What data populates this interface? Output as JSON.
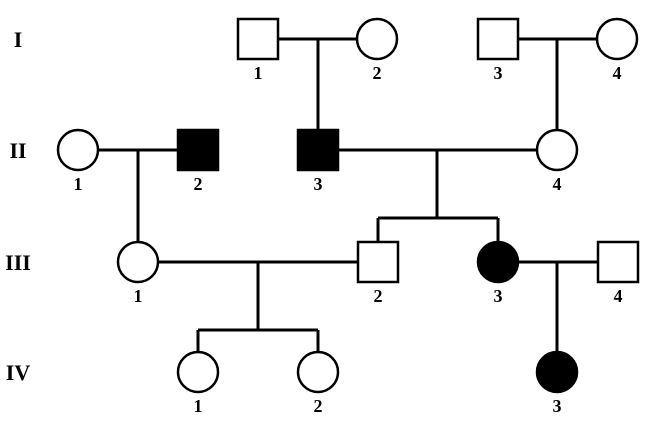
{
  "generations": [
    {
      "id": "I",
      "label": "I"
    },
    {
      "id": "II",
      "label": "II"
    },
    {
      "id": "III",
      "label": "III"
    },
    {
      "id": "IV",
      "label": "IV"
    }
  ],
  "individuals": [
    {
      "id": "I-1",
      "gen": "I",
      "label": "1",
      "sex": "male",
      "affected": false
    },
    {
      "id": "I-2",
      "gen": "I",
      "label": "2",
      "sex": "female",
      "affected": false
    },
    {
      "id": "I-3",
      "gen": "I",
      "label": "3",
      "sex": "male",
      "affected": false
    },
    {
      "id": "I-4",
      "gen": "I",
      "label": "4",
      "sex": "female",
      "affected": false
    },
    {
      "id": "II-1",
      "gen": "II",
      "label": "1",
      "sex": "female",
      "affected": false
    },
    {
      "id": "II-2",
      "gen": "II",
      "label": "2",
      "sex": "male",
      "affected": true
    },
    {
      "id": "II-3",
      "gen": "II",
      "label": "3",
      "sex": "male",
      "affected": true
    },
    {
      "id": "II-4",
      "gen": "II",
      "label": "4",
      "sex": "female",
      "affected": false
    },
    {
      "id": "III-1",
      "gen": "III",
      "label": "1",
      "sex": "female",
      "affected": false
    },
    {
      "id": "III-2",
      "gen": "III",
      "label": "2",
      "sex": "male",
      "affected": false
    },
    {
      "id": "III-3",
      "gen": "III",
      "label": "3",
      "sex": "female",
      "affected": true
    },
    {
      "id": "III-4",
      "gen": "III",
      "label": "4",
      "sex": "male",
      "affected": false
    },
    {
      "id": "IV-1",
      "gen": "IV",
      "label": "1",
      "sex": "female",
      "affected": false
    },
    {
      "id": "IV-2",
      "gen": "IV",
      "label": "2",
      "sex": "female",
      "affected": false
    },
    {
      "id": "IV-3",
      "gen": "IV",
      "label": "3",
      "sex": "female",
      "affected": true
    }
  ],
  "matings": [
    {
      "partners": [
        "I-1",
        "I-2"
      ],
      "children": [
        "II-3"
      ]
    },
    {
      "partners": [
        "I-3",
        "I-4"
      ],
      "children": [
        "II-4"
      ]
    },
    {
      "partners": [
        "II-1",
        "II-2"
      ],
      "children": [
        "III-1"
      ]
    },
    {
      "partners": [
        "II-3",
        "II-4"
      ],
      "children": [
        "III-2",
        "III-3"
      ]
    },
    {
      "partners": [
        "III-1",
        "III-2"
      ],
      "children": [
        "IV-1",
        "IV-2"
      ]
    },
    {
      "partners": [
        "III-3",
        "III-4"
      ],
      "children": [
        "IV-3"
      ]
    }
  ],
  "colors": {
    "affected": "#000000",
    "unaffected": "#ffffff",
    "line": "#000000"
  }
}
